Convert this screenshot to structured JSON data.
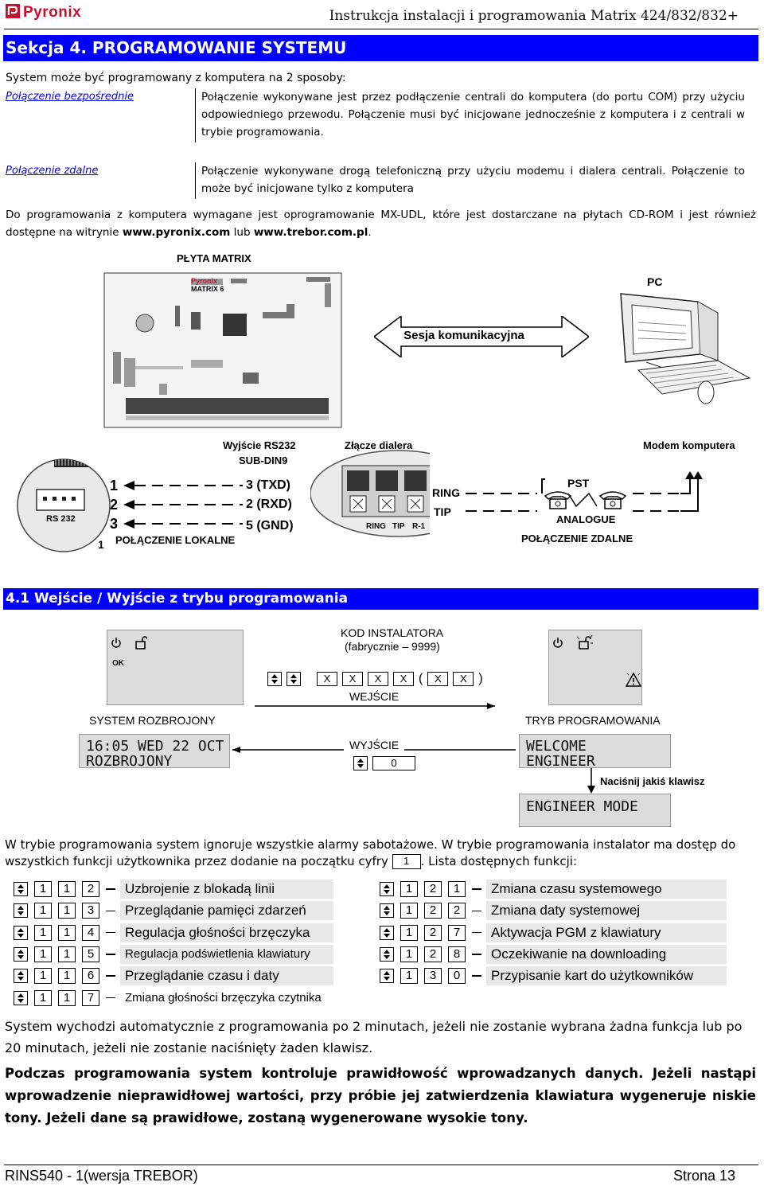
{
  "header": {
    "brand": "Pyronix",
    "doc_title": "Instrukcja instalacji i programowania Matrix 424/832/832+"
  },
  "section": {
    "title": "Sekcja 4. PROGRAMOWANIE SYSTEMU",
    "intro": "System może być programowany z komputera na 2 sposoby:",
    "methods": [
      {
        "name": "Połączenie bezpośrednie",
        "desc": "Połączenie wykonywane jest przez podłączenie centrali do komputera (do portu COM) przy użyciu odpowiedniego przewodu. Połączenie musi być inicjowane jednocześnie z komputera i z centrali w trybie programowania."
      },
      {
        "name": "Połączenie zdalne",
        "desc": "Połączenie wykonywane drogą telefoniczną przy użyciu modemu i dialera centrali. Połączenie to może być inicjowane tylko z komputera"
      }
    ],
    "software_text_1": "Do programowania z komputera wymagane jest oprogramowanie MX-UDL, które jest dostarczane na płytach CD-ROM i jest również dostępne na witrynie ",
    "site1": "www.pyronix.com",
    "software_text_2": " lub ",
    "site2": "www.trebor.com.pl",
    "software_text_3": "."
  },
  "diagram1": {
    "board_label": "PŁYTA MATRIX",
    "board_brand": "Pyronix",
    "board_model": "MATRIX 6",
    "pc_label": "PC",
    "session_label": "Sesja komunikacyjna",
    "rs232_out": "Wyjście RS232",
    "subdin": "SUB-DIN9",
    "dialer": "Złącze dialera",
    "modem": "Modem komputera",
    "rs232_label": "RS 232",
    "pin_numbers": [
      "1",
      "2",
      "3"
    ],
    "pin_one": "1",
    "pins": [
      "3 (TXD)",
      "2 (RXD)",
      "5 (GND)"
    ],
    "local": "POŁĄCZENIE LOKALNE",
    "terminal_labels": [
      "RING",
      "TIP",
      "R-1"
    ],
    "ring": "RING",
    "tip": "TIP",
    "pst": "PST",
    "analogue": "ANALOGUE",
    "remote": "POŁĄCZENIE ZDALNE"
  },
  "section2": {
    "title": "4.1 Wejście / Wyjście z trybu programowania"
  },
  "diagram2": {
    "code_title": "KOD INSTALATORA",
    "code_sub": "(fabrycznie – 9999)",
    "code_keys": [
      "X",
      "X",
      "X",
      "X",
      "X",
      "X"
    ],
    "paren_open": "(",
    "paren_close": ")",
    "enter": "WEJŚCIE",
    "exit": "WYJŚCIE",
    "exit_key": "0",
    "ok": "OK",
    "armed_label": "SYSTEM ROZBROJONY",
    "armed_lcd": [
      "16:05 WED 22 OCT",
      "ROZBROJONY"
    ],
    "prog_label": "TRYB PROGRAMOWANIA",
    "prog_lcd": [
      "WELCOME",
      "ENGINEER"
    ],
    "press_any": "Naciśnij jakiś klawisz",
    "engineer_lcd": "ENGINEER MODE"
  },
  "body": {
    "para1_a": "W trybie programowania system ignoruje wszystkie alarmy sabotażowe. W trybie programowania instalator ma dostęp do wszystkich funkcji użytkownika przez dodanie na początku cyfry ",
    "para1_key": "1",
    "para1_b": ". Lista dostępnych funkcji:",
    "para2": "System wychodzi automatycznie z programowania po 2 minutach, jeżeli nie zostanie wybrana żadna funkcja lub po 20 minutach, jeżeli nie zostanie naciśnięty żaden klawisz.",
    "para3": "Podczas programowania system kontroluje prawidłowość wprowadzanych danych. Jeżeli nastąpi wprowadzenie nieprawidłowej wartości, przy próbie jej zatwierdzenia klawiatura wygeneruje niskie tony. Jeżeli dane są prawidłowe, zostaną wygenerowane wysokie tony."
  },
  "functions_left": [
    {
      "keys": [
        "1",
        "1",
        "2"
      ],
      "label": "Uzbrojenie z blokadą linii"
    },
    {
      "keys": [
        "1",
        "1",
        "3"
      ],
      "label": "Przeglądanie pamięci zdarzeń"
    },
    {
      "keys": [
        "1",
        "1",
        "4"
      ],
      "label": "Regulacja głośności brzęczyka"
    },
    {
      "keys": [
        "1",
        "1",
        "5"
      ],
      "label": "Regulacja podświetlenia klawiatury"
    },
    {
      "keys": [
        "1",
        "1",
        "6"
      ],
      "label": "Przeglądanie czasu i daty"
    },
    {
      "keys": [
        "1",
        "1",
        "7"
      ],
      "label": "Zmiana głośności brzęczyka czytnika"
    }
  ],
  "functions_right": [
    {
      "keys": [
        "1",
        "2",
        "1"
      ],
      "label": "Zmiana czasu systemowego"
    },
    {
      "keys": [
        "1",
        "2",
        "2"
      ],
      "label": "Zmiana daty systemowej"
    },
    {
      "keys": [
        "1",
        "2",
        "7"
      ],
      "label": "Aktywacja PGM z klawiatury"
    },
    {
      "keys": [
        "1",
        "2",
        "8"
      ],
      "label": "Oczekiwanie na downloading"
    },
    {
      "keys": [
        "1",
        "3",
        "0"
      ],
      "label": "Przypisanie kart do użytkowników"
    }
  ],
  "footer": {
    "left": "RINS540 - 1(wersja TREBOR)",
    "right": "Strona 13"
  }
}
